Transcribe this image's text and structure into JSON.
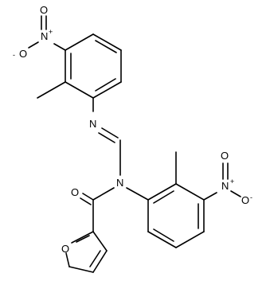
{
  "structure": {
    "atoms": [
      {
        "id": "o_nitro_top_upper",
        "label": "O"
      },
      {
        "id": "n_nitro_top",
        "label": "N",
        "charge": "+"
      },
      {
        "id": "o_nitro_top_minus",
        "label": "O",
        "charge": "-"
      },
      {
        "id": "n_imine",
        "label": "N"
      },
      {
        "id": "o_carbonyl",
        "label": "O"
      },
      {
        "id": "n_amide",
        "label": "N"
      },
      {
        "id": "n_nitro_right",
        "label": "N",
        "charge": "+"
      },
      {
        "id": "o_nitro_right_upper",
        "label": "O"
      },
      {
        "id": "o_nitro_right_minus",
        "label": "O",
        "charge": "-"
      },
      {
        "id": "o_furan",
        "label": "O"
      }
    ]
  }
}
